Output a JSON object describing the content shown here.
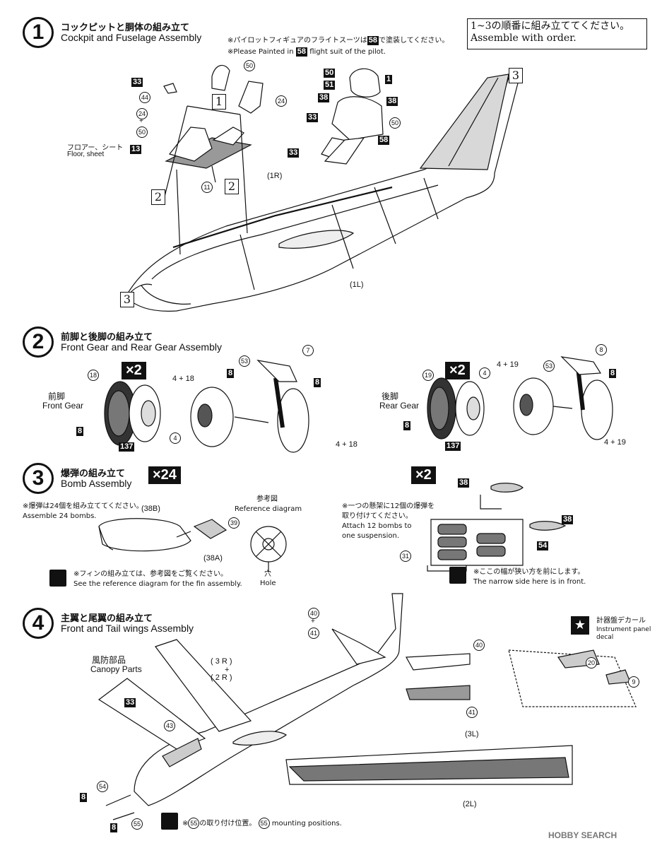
{
  "step1": {
    "num": "1",
    "jp": "コックピットと胴体の組み立て",
    "en": "Cockpit and Fuselage Assembly",
    "note_jp": "※パイロットフィギュアのフライトスーツは",
    "note_jp2": "で塗装してください。",
    "note_en": "※Please Painted in",
    "note_en2": "flight suit of the pilot.",
    "color_ref": "58",
    "order_jp": "1~3の順番に組み立ててください。",
    "order_en": "Assemble with order.",
    "floor_jp": "フロアー、シート",
    "floor_en": "Floor, sheet",
    "parts": {
      "p50": "50",
      "p24": "24",
      "p44": "44",
      "p33": "33",
      "p13": "13",
      "p11": "11",
      "p24_50a": "24",
      "plus": "+",
      "p24_50b": "50",
      "fig50": "50",
      "fig51": "51",
      "fig38a": "38",
      "fig38b": "38",
      "fig33a": "33",
      "fig33b": "33",
      "fig1": "1",
      "fig50b": "50",
      "fig58": "58",
      "r1R": "(1R)",
      "r1L": "(1L)",
      "sq1": "1",
      "sq2a": "2",
      "sq2b": "2",
      "sq3a": "3",
      "sq3b": "3"
    }
  },
  "step2": {
    "num": "2",
    "jp": "前脚と後脚の組み立て",
    "en": "Front Gear and Rear Gear Assembly",
    "front_jp": "前脚",
    "front_en": "Front Gear",
    "rear_jp": "後脚",
    "rear_en": "Rear Gear",
    "x_front": "×2",
    "x_rear": "×2",
    "parts": {
      "f18": "18",
      "f8": "8",
      "f137": "137",
      "f4": "4",
      "f4_18": "4 + 18",
      "f53": "53",
      "f7": "7",
      "f8b": "8",
      "f8c": "8",
      "f4_18b": "4 + 18",
      "r19": "19",
      "r4": "4",
      "r8": "8",
      "r137": "137",
      "r4_19": "4 + 19",
      "r53": "53",
      "r8b": "8",
      "r8c": "8",
      "r4_19b": "4 + 19"
    }
  },
  "step3": {
    "num": "3",
    "jp": "爆弾の組み立て",
    "en": "Bomb Assembly",
    "x24": "×24",
    "x2": "×2",
    "note_jp": "※爆弾は24個を組み立ててください。",
    "note_en": "Assemble 24 bombs.",
    "ref_jp": "参考図",
    "ref_en": "Reference diagram",
    "hole_jp": "穴",
    "hole_en": "Hole",
    "fin_jp": "※フィンの組み立ては、参考図をご覧ください。",
    "fin_en": "See the reference diagram for the fin assembly.",
    "susp_jp1": "※一つの懸架に12個の爆弾を",
    "susp_jp2": "取り付けてください。",
    "susp_en1": "Attach 12 bombs to",
    "susp_en2": "one suspension.",
    "narrow_jp": "※ここの幅が狭い方を前にします。",
    "narrow_en": "The narrow side here is in front.",
    "parts": {
      "p38B": "(38B)",
      "p38A": "(38A)",
      "p39": "39",
      "p38a": "38",
      "p38b": "38",
      "p31": "31",
      "p54": "54"
    }
  },
  "step4": {
    "num": "4",
    "jp": "主翼と尾翼の組み立て",
    "en": "Front and Tail wings Assembly",
    "canopy_jp": "風防部品",
    "canopy_en": "Canopy Parts",
    "decal_jp": "計器盤デカール",
    "decal_en1": "Instrument panel",
    "decal_en2": "decal",
    "mount_jp": "の取り付け位置。",
    "mount_en": "mounting positions.",
    "mount_ref": "55",
    "parts": {
      "p3R": "( 3 R )",
      "plus": "+",
      "p2R": "( 2 R )",
      "p40": "40",
      "p41": "41",
      "p40b": "40",
      "p41b": "41",
      "p33": "33",
      "p43": "43",
      "p20": "20",
      "p9": "9",
      "p3L": "(3L)",
      "p2L": "(2L)",
      "p54": "54",
      "p55": "55",
      "p8a": "8",
      "p8b": "8",
      "p40_41a": "40",
      "p40_41b": "41",
      "plus2": "+"
    }
  },
  "watermark": "HOBBY SEARCH"
}
